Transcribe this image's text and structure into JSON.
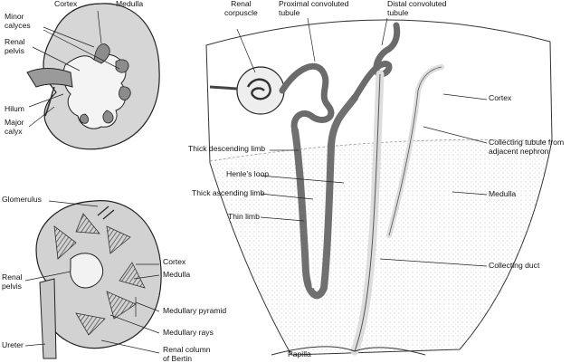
{
  "colors": {
    "ink": "#111111",
    "tissue": "#d2d2d2",
    "tissue_dark": "#8a8a8a",
    "tubule": "#6f6f6f",
    "background": "#ffffff"
  },
  "top_left_kidney": {
    "cortex": "Cortex",
    "medulla": "Medulla",
    "minor_calyces_1": "Minor",
    "minor_calyces_2": "calyces",
    "renal_pelvis_1": "Renal",
    "renal_pelvis_2": "pelvis",
    "hilum": "Hilum",
    "major_calyx_1": "Major",
    "major_calyx_2": "calyx"
  },
  "bottom_left_kidney": {
    "glomerulus": "Glomerulus",
    "cortex": "Cortex",
    "medulla": "Medulla",
    "renal_pelvis_1": "Renal",
    "renal_pelvis_2": "pelvis",
    "medullary_pyramid": "Medullary pyramid",
    "medullary_rays": "Medullary rays",
    "ureter": "Ureter",
    "renal_column_1": "Renal column",
    "renal_column_2": "of Bertin"
  },
  "nephron": {
    "renal_corpuscle_1": "Renal",
    "renal_corpuscle_2": "corpuscle",
    "proximal_tubule_1": "Proximal convoluted",
    "proximal_tubule_2": "tubule",
    "distal_tubule_1": "Distal convoluted",
    "distal_tubule_2": "tubule",
    "cortex": "Cortex",
    "collecting_tubule_1": "Collecting tubule from",
    "collecting_tubule_2": "adjacent nephron",
    "thick_descending_limb": "Thick descending limb",
    "henles_loop": "Henle's loop",
    "thick_ascending_limb": "Thick ascending limb",
    "thin_limb": "Thin limb",
    "medulla": "Medulla",
    "collecting_duct": "Collecting duct",
    "papilla": "Papilla"
  }
}
